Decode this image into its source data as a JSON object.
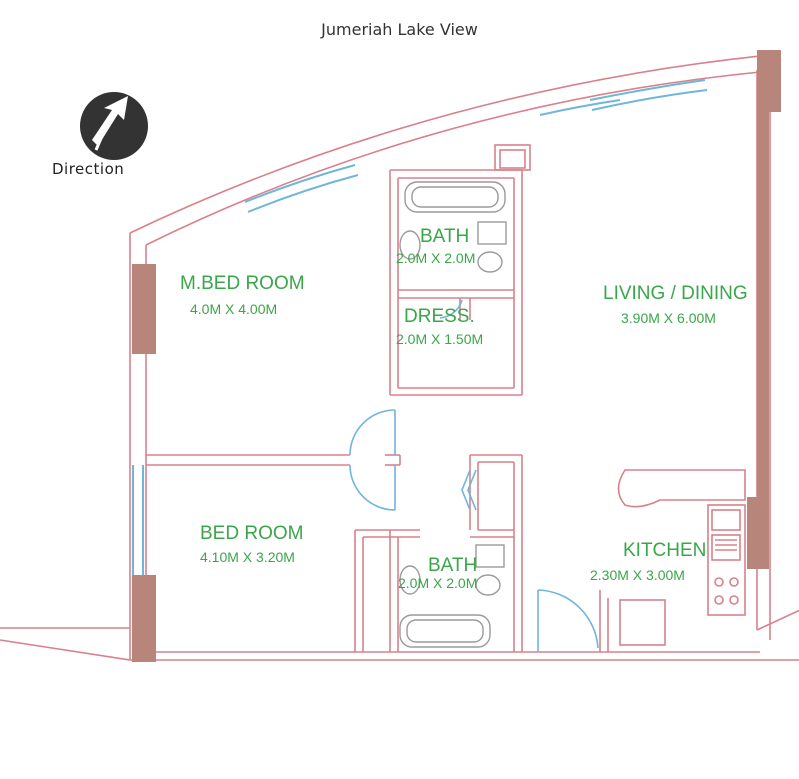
{
  "header": {
    "view_title": "Jumeriah Lake View"
  },
  "compass": {
    "icon": "north-arrow-icon",
    "label": "Direction"
  },
  "rooms": [
    {
      "name": "M.BED ROOM",
      "size": "4.0M  X  4.00M"
    },
    {
      "name": "BATH",
      "size": "2.0M X  2.0M"
    },
    {
      "name": "DRESS.",
      "size": "2.0M  X  1.50M"
    },
    {
      "name": "LIVING / DINING",
      "size": "3.90M  X  6.00M"
    },
    {
      "name": "BED ROOM",
      "size": "4.10M  X  3.20M"
    },
    {
      "name": "BATH",
      "size": "2.0M X  2.0M"
    },
    {
      "name": "KITCHEN",
      "size": "2.30M  X  3.00M"
    }
  ],
  "colors": {
    "wall_line": "#d9808a",
    "column": "#b8857a",
    "window": "#6fb6d8",
    "label": "#3aa64a",
    "compass": "#333333"
  }
}
